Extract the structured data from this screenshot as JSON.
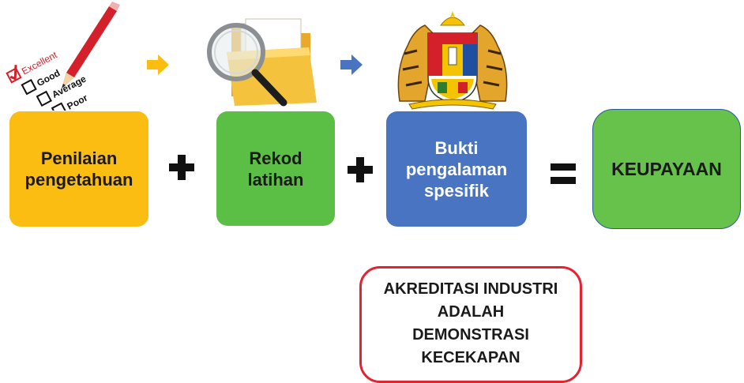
{
  "checklist": {
    "items": [
      "Excellent",
      "Good",
      "Average",
      "Poor"
    ],
    "accent": "#d4202a"
  },
  "arrows": {
    "first_color": "#fbbd12",
    "second_color": "#4874c2"
  },
  "boxes": {
    "assessment": "Penilaian\npengetahuan",
    "records": "Rekod\nlatihan",
    "evidence": "Bukti\npengalaman\nspesifik",
    "result": "KEUPAYAAN"
  },
  "operators": {
    "plus": "+",
    "equals": "="
  },
  "note": "AKREDITASI INDUSTRI\nADALAH\nDEMONSTRASI\nKECEKAPAN",
  "colors": {
    "yellow": "#fbbd12",
    "green": "#5cbf45",
    "blue": "#4874c2",
    "result_green": "#66c24a",
    "note_border": "#e52230"
  }
}
